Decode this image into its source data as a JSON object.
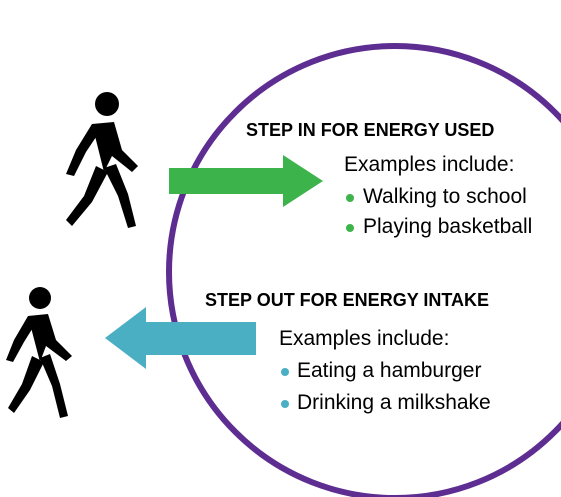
{
  "colors": {
    "circle_outline": "#5e2d91",
    "step_in_arrow": "#3cb44b",
    "step_out_arrow": "#4aafc3",
    "step_in_bullet": "#3cb44b",
    "step_out_bullet": "#4aafc3",
    "walker": "#000000"
  },
  "icons": {
    "walker_top": "walking-person-icon",
    "walker_bottom": "walking-person-icon",
    "arrow_in": "right-arrow-icon",
    "arrow_out": "left-arrow-icon"
  },
  "step_in": {
    "heading": "STEP IN FOR ENERGY USED",
    "intro": "Examples include:",
    "items": [
      "Walking to school",
      "Playing basketball"
    ]
  },
  "step_out": {
    "heading": "STEP OUT FOR ENERGY INTAKE",
    "intro": "Examples include:",
    "items": [
      "Eating a hamburger",
      "Drinking a milkshake"
    ]
  }
}
